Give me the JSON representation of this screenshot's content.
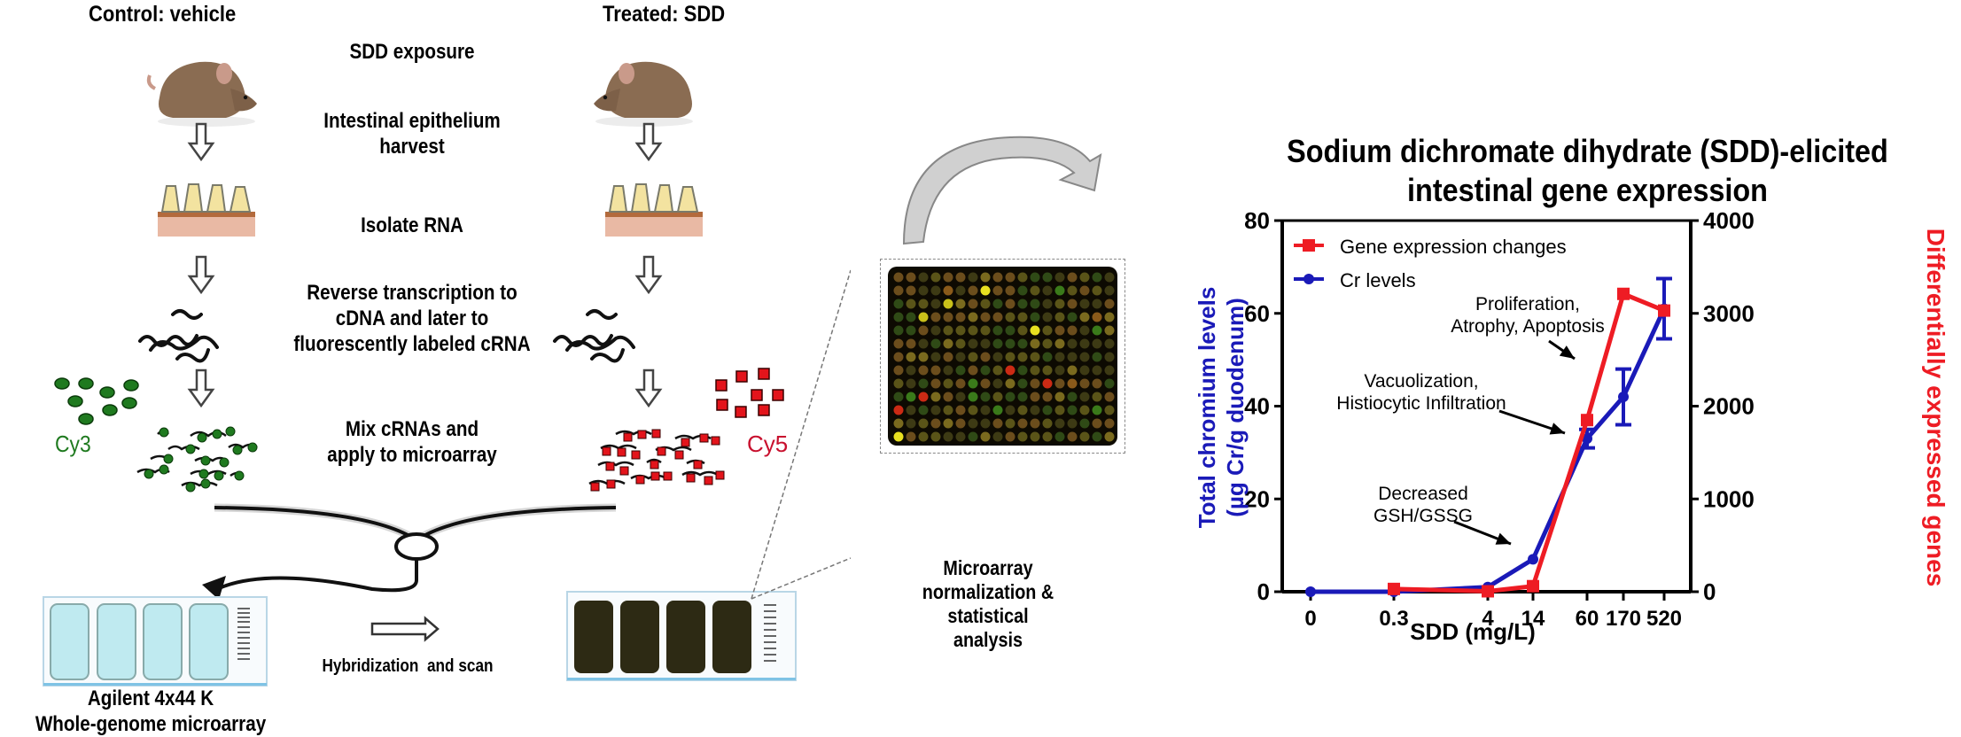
{
  "workflow": {
    "control_label": "Control: vehicle",
    "treated_label": "Treated: SDD",
    "steps": [
      {
        "text": "SDD exposure"
      },
      {
        "text": "Intestinal epithelium\nharvest"
      },
      {
        "text": "Isolate RNA"
      },
      {
        "text": "Reverse transcription to\ncDNA and later to\nfluorescently labeled cRNA"
      },
      {
        "text": "Mix cRNAs and\napply to microarray"
      }
    ],
    "dye_control": {
      "label": "Cy3",
      "color": "#1f7a1f"
    },
    "dye_treated": {
      "label": "Cy5",
      "color": "#c8102e"
    },
    "microarray_label": "Agilent 4x44 K\nWhole-genome microarray",
    "hybridization_label": "Hybridization  and scan",
    "analysis_label": "Microarray\nnormalization &\nstatistical\nanalysis",
    "slide_brand": "Agilent"
  },
  "chart_title": "Sodium dichromate dihydrate (SDD)-elicited\nintestinal gene expression",
  "chart_data": {
    "type": "line",
    "title": "Sodium dichromate dihydrate (SDD)-elicited intestinal gene expression",
    "xlabel": "SDD (mg/L)",
    "ylabel": "Total chromium levels (µg Cr/g duodenum)",
    "ylabel_line1": "Total chromium levels",
    "ylabel_line2": "(µg Cr/g duodenum)",
    "y2label": "Differentially expressed genes",
    "categories": [
      "0",
      "0.3",
      "4",
      "14",
      "60",
      "170",
      "520"
    ],
    "x": [
      0,
      0.3,
      4,
      14,
      60,
      170,
      520
    ],
    "ylim": [
      0,
      80
    ],
    "y2lim": [
      0,
      4000
    ],
    "yticks": [
      "0",
      "20",
      "40",
      "60",
      "80"
    ],
    "y2ticks": [
      "0",
      "1000",
      "2000",
      "3000",
      "4000"
    ],
    "grid": false,
    "legend_position": "top-left",
    "series": [
      {
        "name": "Gene expression changes",
        "axis": "right",
        "color": "#ee1c24",
        "marker": "square",
        "x": [
          0.3,
          4,
          14,
          60,
          170,
          520
        ],
        "values": [
          30,
          5,
          60,
          1850,
          3210,
          3030
        ]
      },
      {
        "name": "Cr levels",
        "axis": "left",
        "color": "#1a1ab8",
        "marker": "circle",
        "x": [
          0,
          0.3,
          4,
          14,
          60,
          170,
          520
        ],
        "values": [
          0,
          0,
          1,
          7,
          33,
          42,
          61
        ],
        "error": [
          0,
          0,
          0.5,
          0.5,
          2,
          6,
          6.5
        ]
      }
    ],
    "annotations": [
      {
        "text": "Proliferation,\nAtrophy, Apoptosis",
        "points_to": "60-170 red segment"
      },
      {
        "text": "Vacuolization,\nHistiocytic Infiltration",
        "points_to": "60"
      },
      {
        "text": "Decreased\nGSH/GSSG",
        "points_to": "14"
      }
    ]
  }
}
